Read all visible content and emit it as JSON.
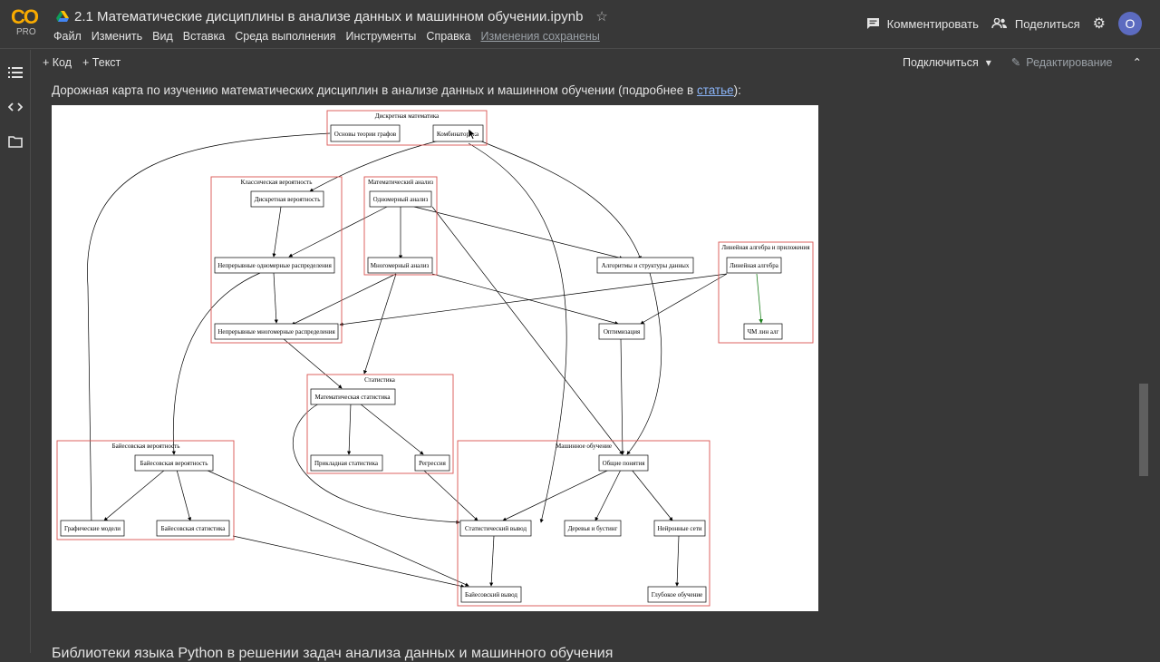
{
  "app": {
    "logo_text": "CO",
    "logo_sub": "PRO",
    "notebook_title": "2.1 Математические дисциплины в анализе данных и машинном обучении.ipynb"
  },
  "menu": {
    "items": [
      "Файл",
      "Изменить",
      "Вид",
      "Вставка",
      "Среда выполнения",
      "Инструменты",
      "Справка"
    ],
    "saved_status": "Изменения сохранены"
  },
  "actions": {
    "comment": "Комментировать",
    "share": "Поделиться",
    "avatar_letter": "О"
  },
  "toolbar": {
    "add_code": "+ Код",
    "add_text": "+ Текст",
    "connect": "Подключиться",
    "editing": "Редактирование"
  },
  "cell": {
    "description": "Дорожная карта по изучению математических дисциплин в анализе данных и машинном обучении (подробнее в ",
    "link_text": "статье",
    "description_end": "):",
    "next_heading": "Библиотеки языка Python в решении задач анализа данных и машинного обучения"
  },
  "diagram": {
    "clusters": {
      "discrete_math": "Дискретная математика",
      "classic_prob": "Классическая вероятность",
      "math_analysis": "Математический анализ",
      "linear_algebra": "Линейная алгебра и приложения",
      "statistics": "Статистика",
      "bayes_prob": "Байесовская вероятность",
      "machine_learning": "Машинное обучение"
    },
    "nodes": {
      "graph_theory": "Основы теории графов",
      "combinatorics": "Комбинаторика",
      "discrete_prob": "Дискретная вероятность",
      "univariate_analysis": "Одномерный анализ",
      "continuous_univariate": "Непрерывные одномерные распределения",
      "multivariate_analysis": "Многомерный анализ",
      "algorithms": "Алгоритмы и структуры данных",
      "linear_algebra_node": "Линейная алгебра",
      "continuous_multivariate": "Непрерывные многомерные распределения",
      "optimization": "Оптимизация",
      "numerical_linalg": "ЧМ лин алг",
      "math_stats": "Математическая статистика",
      "applied_stats": "Прикладная статистика",
      "regression": "Регрессия",
      "bayes_node": "Байесовская вероятность",
      "general_concepts": "Общие понятия",
      "graphical_models": "Графические модели",
      "bayes_stats": "Байесовская статистика",
      "stat_inference": "Статистический вывод",
      "trees_boosting": "Деревья и бустинг",
      "neural_nets": "Нейронные сети",
      "bayes_inference": "Байесовский вывод",
      "deep_learning": "Глубокое обучение"
    }
  }
}
